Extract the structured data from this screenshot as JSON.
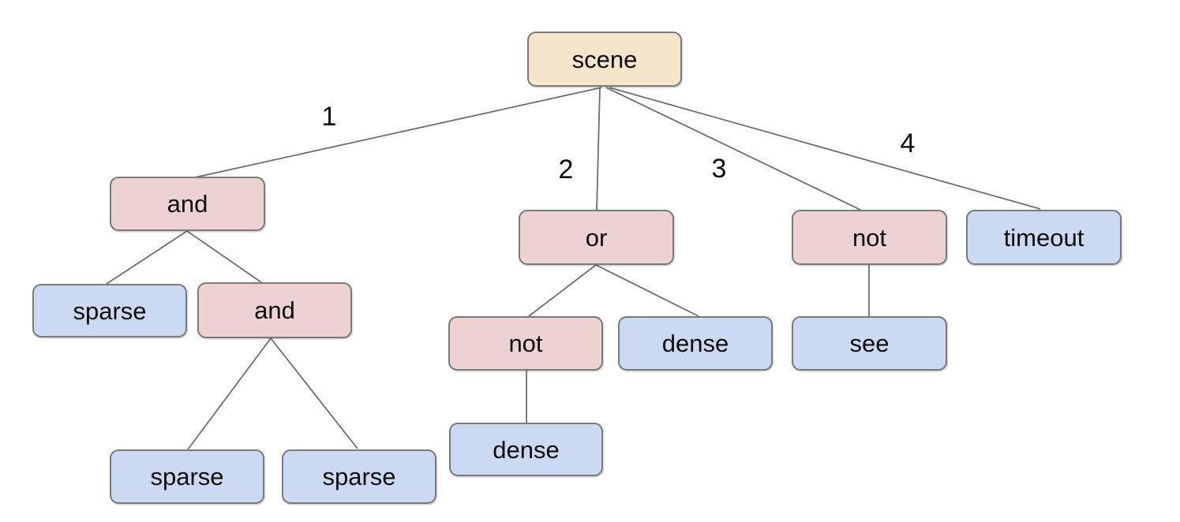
{
  "diagram": {
    "type": "tree",
    "description": "behavior tree rooted at scene with numbered child branches"
  },
  "colors": {
    "root": "#f5e5cb",
    "operator": "#ecd3d1",
    "leaf": "#ccd9f2",
    "border": "#7a7a7a",
    "edge": "#6e6e6e",
    "text": "#0b0b0b"
  },
  "nodes": [
    {
      "label": "scene",
      "kind": "root"
    },
    {
      "label": "and",
      "kind": "operator"
    },
    {
      "label": "or",
      "kind": "operator"
    },
    {
      "label": "not",
      "kind": "operator"
    },
    {
      "label": "timeout",
      "kind": "leaf"
    },
    {
      "label": "sparse",
      "kind": "leaf"
    },
    {
      "label": "and",
      "kind": "operator"
    },
    {
      "label": "not",
      "kind": "operator"
    },
    {
      "label": "dense",
      "kind": "leaf"
    },
    {
      "label": "see",
      "kind": "leaf"
    },
    {
      "label": "sparse",
      "kind": "leaf"
    },
    {
      "label": "sparse",
      "kind": "leaf"
    },
    {
      "label": "dense",
      "kind": "leaf"
    }
  ],
  "edge_labels": [
    "1",
    "2",
    "3",
    "4"
  ],
  "edges": [
    {
      "from": 0,
      "to": 1,
      "label": "1"
    },
    {
      "from": 0,
      "to": 2,
      "label": "2"
    },
    {
      "from": 0,
      "to": 3,
      "label": "3"
    },
    {
      "from": 0,
      "to": 4,
      "label": "4"
    },
    {
      "from": 1,
      "to": 5
    },
    {
      "from": 1,
      "to": 6
    },
    {
      "from": 6,
      "to": 10
    },
    {
      "from": 6,
      "to": 11
    },
    {
      "from": 2,
      "to": 7
    },
    {
      "from": 2,
      "to": 8
    },
    {
      "from": 7,
      "to": 12
    },
    {
      "from": 3,
      "to": 9
    }
  ]
}
